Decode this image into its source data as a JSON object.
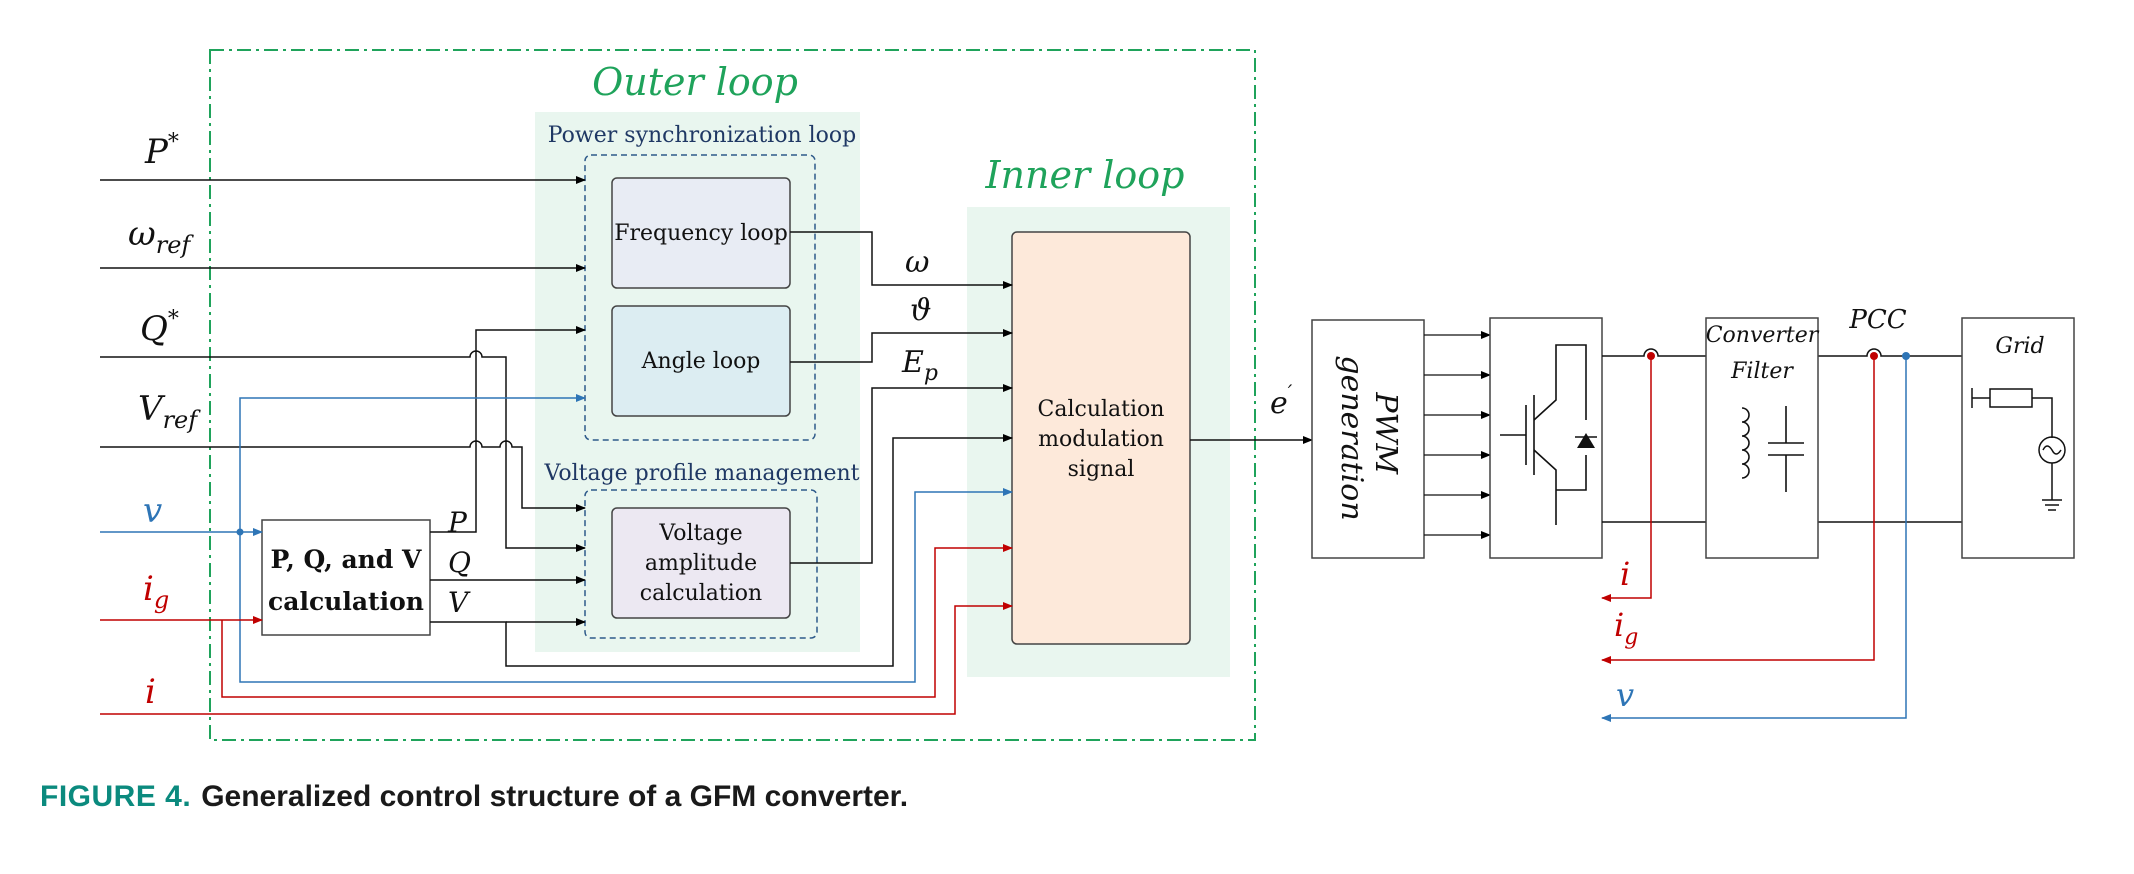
{
  "colors": {
    "green_border": "#1fa35b",
    "green_title": "#1fa35b",
    "green_panel": "#e9f6ef",
    "navy_text": "#1f3864",
    "blue_signal": "#2e75b6",
    "red_signal": "#c00000",
    "freq_box": "#e8ecf4",
    "angle_box": "#dcedf2",
    "voltage_box": "#ece8f2",
    "calc_box": "#fde9da",
    "caption_accent": "#0b8a7e"
  },
  "outer_loop": {
    "title": "Outer loop"
  },
  "psl": {
    "title": "Power synchronization loop"
  },
  "vpm": {
    "title": "Voltage profile management"
  },
  "inner_loop": {
    "title": "Inner loop"
  },
  "blocks": {
    "frequency": "Frequency loop",
    "angle": "Angle loop",
    "voltage": [
      "Voltage",
      "amplitude",
      "calculation"
    ],
    "pqv": [
      "P, Q, and V",
      "calculation"
    ],
    "calc_mod": [
      "Calculation",
      "modulation",
      "signal"
    ],
    "pwm": [
      "PWM",
      "generation"
    ]
  },
  "inputs": {
    "p_star": {
      "base": "P",
      "sup": "*"
    },
    "omega_ref": {
      "base": "ω",
      "sub": "ref"
    },
    "q_star": {
      "base": "Q",
      "sup": "*"
    },
    "v_ref": {
      "base": "V",
      "sub": "ref"
    },
    "v": "v",
    "ig": {
      "base": "i",
      "sub": "g"
    },
    "i": "i"
  },
  "pqv_outputs": {
    "p": "P",
    "q": "Q",
    "v": "V"
  },
  "signals": {
    "omega": "ω",
    "theta": "ϑ",
    "ep": {
      "base": "E",
      "sub": "p"
    },
    "e_prime": {
      "base": "e",
      "sup": "′"
    }
  },
  "power_stage": {
    "filter": [
      "Converter",
      "Filter"
    ],
    "pcc": "PCC",
    "grid": "Grid"
  },
  "feedback": {
    "i": "i",
    "ig": {
      "base": "i",
      "sub": "g"
    },
    "v": "v"
  },
  "caption": {
    "label": "FIGURE 4.",
    "text": "Generalized control structure of a GFM converter."
  }
}
